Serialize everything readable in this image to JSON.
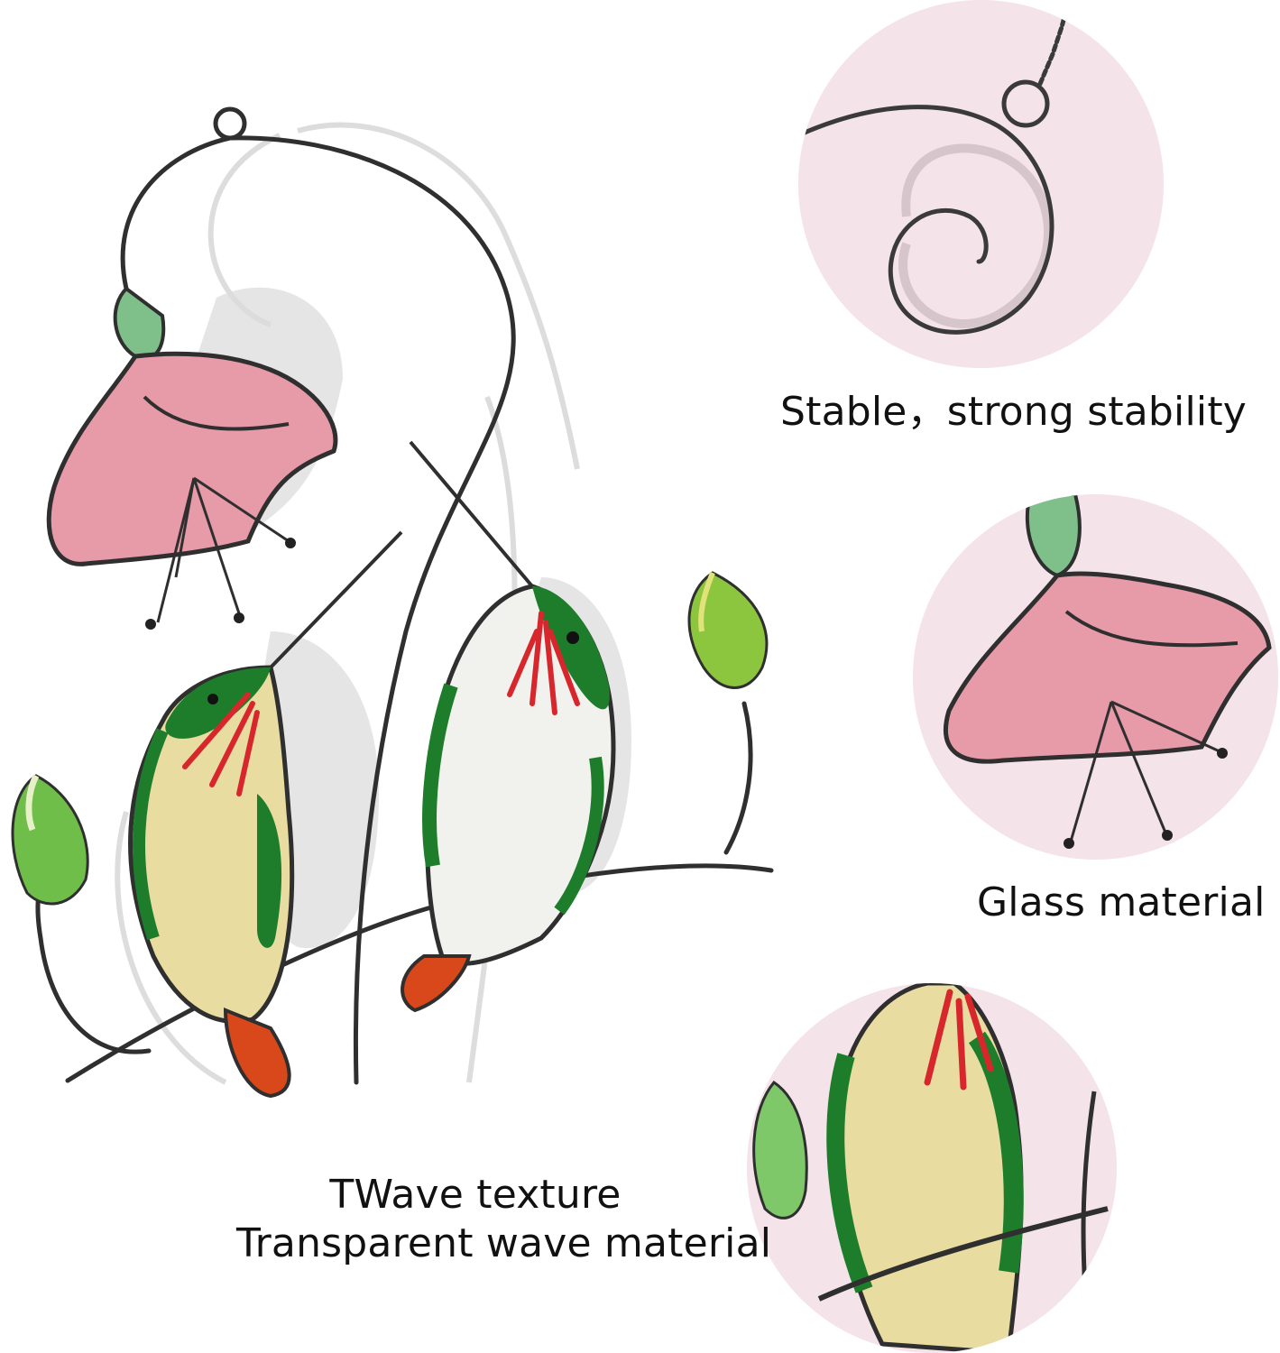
{
  "product": {
    "colors": {
      "background": "#ffffff",
      "wire": "#2f2f2f",
      "flower_pink": "#e79aa8",
      "leaf_green": "#2f9a3a",
      "bird_yellow": "#e8dca0",
      "bird_white": "#f1f1ee",
      "bird_green": "#1e7d2b",
      "beak_orange": "#d9481a",
      "throat_red": "#d7262c",
      "shadow_gray": "#cfcfcf",
      "circle_bg": "#f4e4ea"
    }
  },
  "captions": {
    "stable": "Stable，strong stability",
    "glass": "Glass material",
    "wave_line1": "TWave texture",
    "wave_line2": "Transparent wave material"
  },
  "details": [
    {
      "icon": "hanging-loop-icon"
    },
    {
      "icon": "flower-icon"
    },
    {
      "icon": "hummingbird-icon"
    }
  ]
}
